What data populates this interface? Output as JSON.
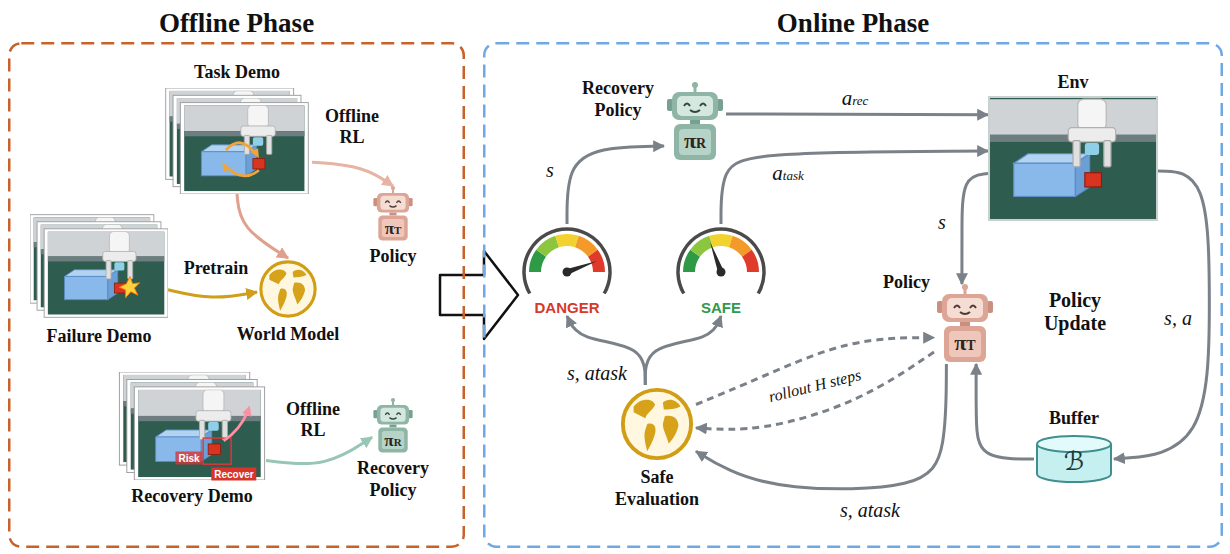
{
  "diagram": {
    "nodes": [
      {
        "text": [
          "Offline Phase"
        ]
      },
      {
        "text": [
          "Task Demo"
        ],
        "in": 0
      },
      {
        "text": [
          "πT",
          "Policy"
        ],
        "in": 0
      },
      {
        "text": [
          "Failure Demo"
        ],
        "in": 0
      },
      {
        "text": [
          "World Model"
        ],
        "in": 0
      },
      {
        "text": [
          "Recovery Demo"
        ],
        "in": 0
      },
      {
        "text": [
          "πR",
          "Recovery Policy"
        ],
        "in": 0
      },
      {
        "text": [
          "Online Phase"
        ]
      },
      {
        "text": [
          "Recovery Policy",
          "πR"
        ],
        "in": 7
      },
      {
        "text": [
          "DANGER"
        ],
        "in": 7
      },
      {
        "text": [
          "SAFE"
        ],
        "in": 7
      },
      {
        "text": [
          "Env"
        ],
        "in": 7
      },
      {
        "text": [
          "Policy",
          "πT"
        ],
        "in": 7
      },
      {
        "text": [
          "Buffer",
          "ℬ"
        ],
        "in": 7
      },
      {
        "text": [
          "Safe Evaluation"
        ],
        "in": 7
      }
    ],
    "edges": [
      {
        "from": 1,
        "to": 2,
        "label": "Offline RL",
        "arrow": "to"
      },
      {
        "from": 1,
        "to": 4,
        "arrow": "to"
      },
      {
        "from": 3,
        "to": 4,
        "label": "Pretrain",
        "arrow": "to"
      },
      {
        "from": 5,
        "to": 6,
        "label": "Offline RL",
        "arrow": "to"
      },
      {
        "from": 0,
        "to": 7,
        "arrow": "to"
      },
      {
        "from": 9,
        "to": 8,
        "label": "s",
        "arrow": "to"
      },
      {
        "from": 8,
        "to": 11,
        "label": "arec",
        "arrow": "to"
      },
      {
        "from": 10,
        "to": 11,
        "label": "atask",
        "arrow": "to"
      },
      {
        "from": 11,
        "to": 12,
        "label": "s",
        "arrow": "to"
      },
      {
        "from": 11,
        "to": 13,
        "label": "s, a",
        "arrow": "to"
      },
      {
        "from": 13,
        "to": 12,
        "arrow": "to"
      },
      {
        "from": 12,
        "to": 14,
        "label": "s, atask",
        "arrow": "to"
      },
      {
        "from": 14,
        "to": 9,
        "label": "s, atask",
        "arrow": "to"
      },
      {
        "from": 14,
        "to": 10,
        "arrow": "to"
      },
      {
        "from": 14,
        "to": 12,
        "label": "rollout H steps",
        "arrow": "to"
      },
      {
        "from": 12,
        "to": 14,
        "arrow": "to"
      }
    ],
    "labels": [
      "Policy Update",
      "Risk",
      "Recover"
    ]
  }
}
